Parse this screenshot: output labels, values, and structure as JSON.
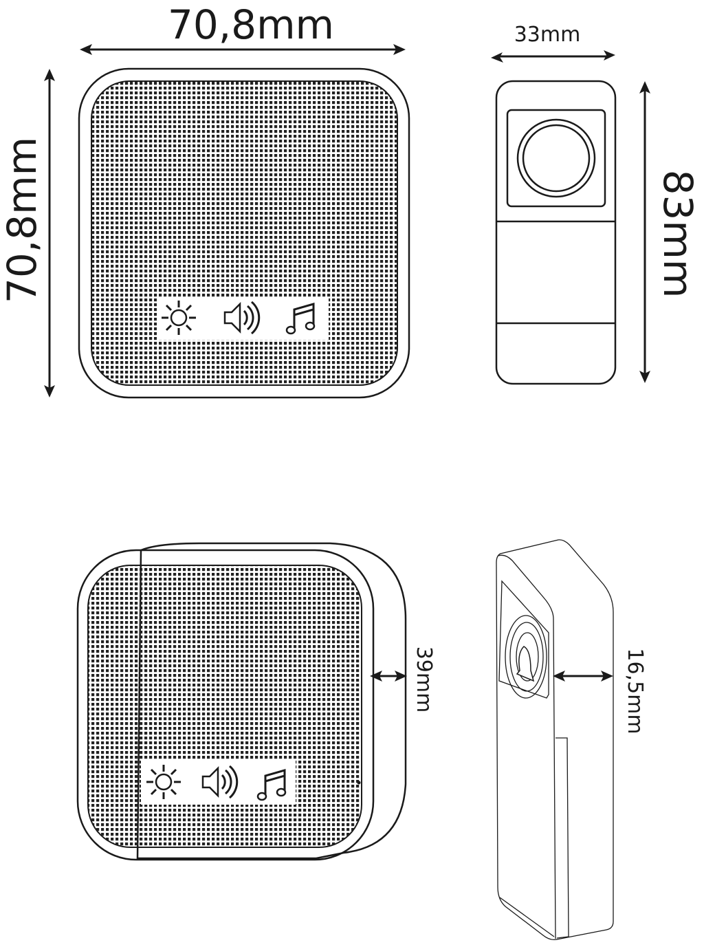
{
  "dimensions": {
    "receiver_width": "70,8mm",
    "receiver_height": "70,8mm",
    "button_width": "33mm",
    "button_height": "83mm",
    "receiver_depth": "39mm",
    "button_depth": "16,5mm"
  },
  "icons": [
    "sun-icon",
    "speaker-icon",
    "music-note-icon",
    "bell-icon"
  ],
  "colors": {
    "line": "#1a1a1a",
    "background": "#ffffff"
  }
}
